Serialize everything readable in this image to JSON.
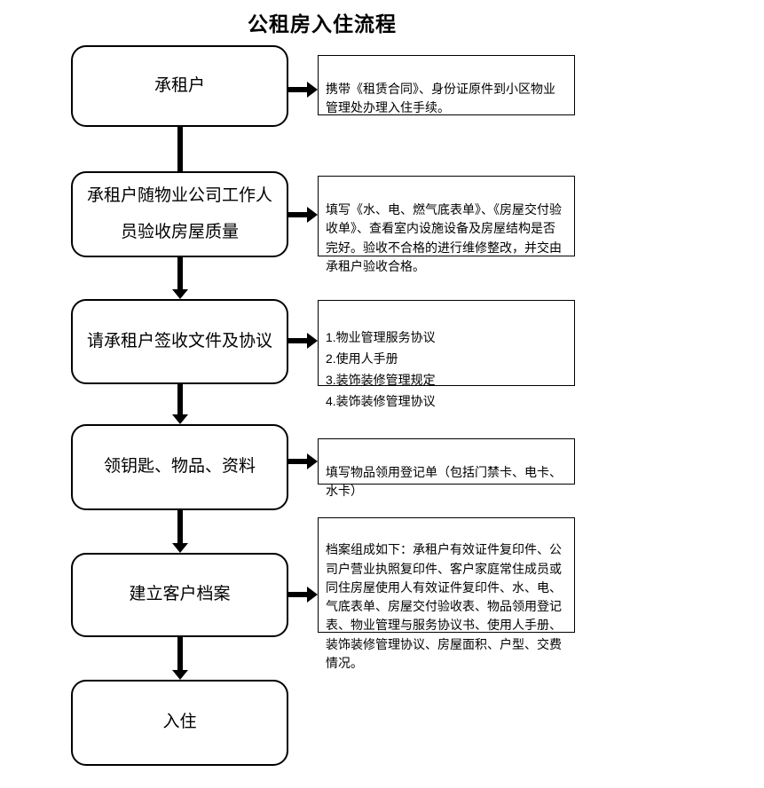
{
  "title": "公租房入住流程",
  "colors": {
    "line": "#000000",
    "background": "#ffffff"
  },
  "flow": {
    "steps": [
      {
        "label": "承租户"
      },
      {
        "label": "承租户随物业公司工作人员验收房屋质量"
      },
      {
        "label": "请承租户签收文件及协议"
      },
      {
        "label": "领钥匙、物品、资料"
      },
      {
        "label": "建立客户档案"
      },
      {
        "label": "入住"
      }
    ],
    "notes": [
      {
        "text": "携带《租赁合同》、身份证原件到小区物业管理处办理入住手续。"
      },
      {
        "text": "填写《水、电、燃气底表单》、《房屋交付验收单》、查看室内设施设备及房屋结构是否完好。验收不合格的进行维修整改，并交由承租户验收合格。"
      },
      {
        "text": "1.物业管理服务协议\n2.使用人手册\n3.装饰装修管理规定\n4.装饰装修管理协议"
      },
      {
        "text": "填写物品领用登记单（包括门禁卡、电卡、水卡）"
      },
      {
        "text": "档案组成如下：承租户有效证件复印件、公司户营业执照复印件、客户家庭常住成员或同住房屋使用人有效证件复印件、水、电、气底表单、房屋交付验收表、物品领用登记表、物业管理与服务协议书、使用人手册、装饰装修管理协议、房屋面积、户型、交费情况。"
      }
    ]
  }
}
